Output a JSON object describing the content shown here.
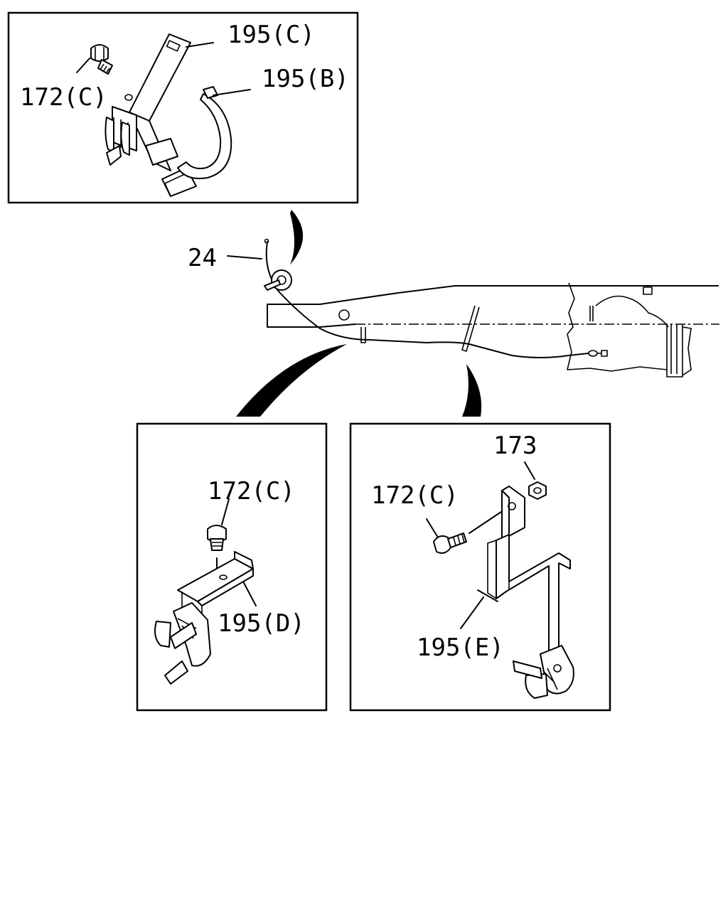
{
  "callouts": {
    "top_left": {
      "label_195c": "195(C)",
      "label_172c": "172(C)",
      "label_195b": "195(B)"
    },
    "main": {
      "label_24": "24"
    },
    "bottom_left": {
      "label_172c": "172(C)",
      "label_195d": "195(D)"
    },
    "bottom_right": {
      "label_173": "173",
      "label_172c": "172(C)",
      "label_195e": "195(E)"
    }
  }
}
